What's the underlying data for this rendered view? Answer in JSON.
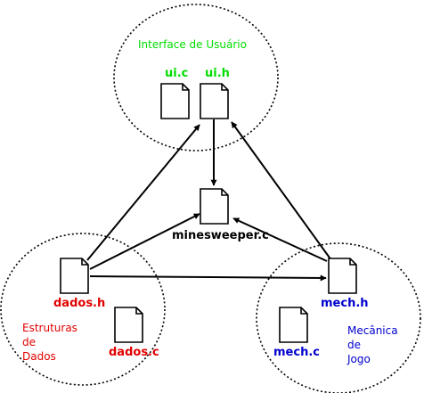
{
  "colors": {
    "green": "#00dd00",
    "red": "#e00000",
    "blue": "#0000cc",
    "black": "#000000"
  },
  "clusters": {
    "ui": {
      "title": "Interface de Usuário"
    },
    "dados": {
      "lines": [
        "Estruturas",
        "de",
        "Dados"
      ]
    },
    "mech": {
      "lines": [
        "Mecânica",
        "de",
        "Jogo"
      ]
    }
  },
  "files": {
    "ui_c": "ui.c",
    "ui_h": "ui.h",
    "minesweeper_c": "minesweeper.c",
    "dados_h": "dados.h",
    "dados_c": "dados.c",
    "mech_h": "mech.h",
    "mech_c": "mech.c"
  },
  "icons": {
    "file": "document-icon"
  }
}
